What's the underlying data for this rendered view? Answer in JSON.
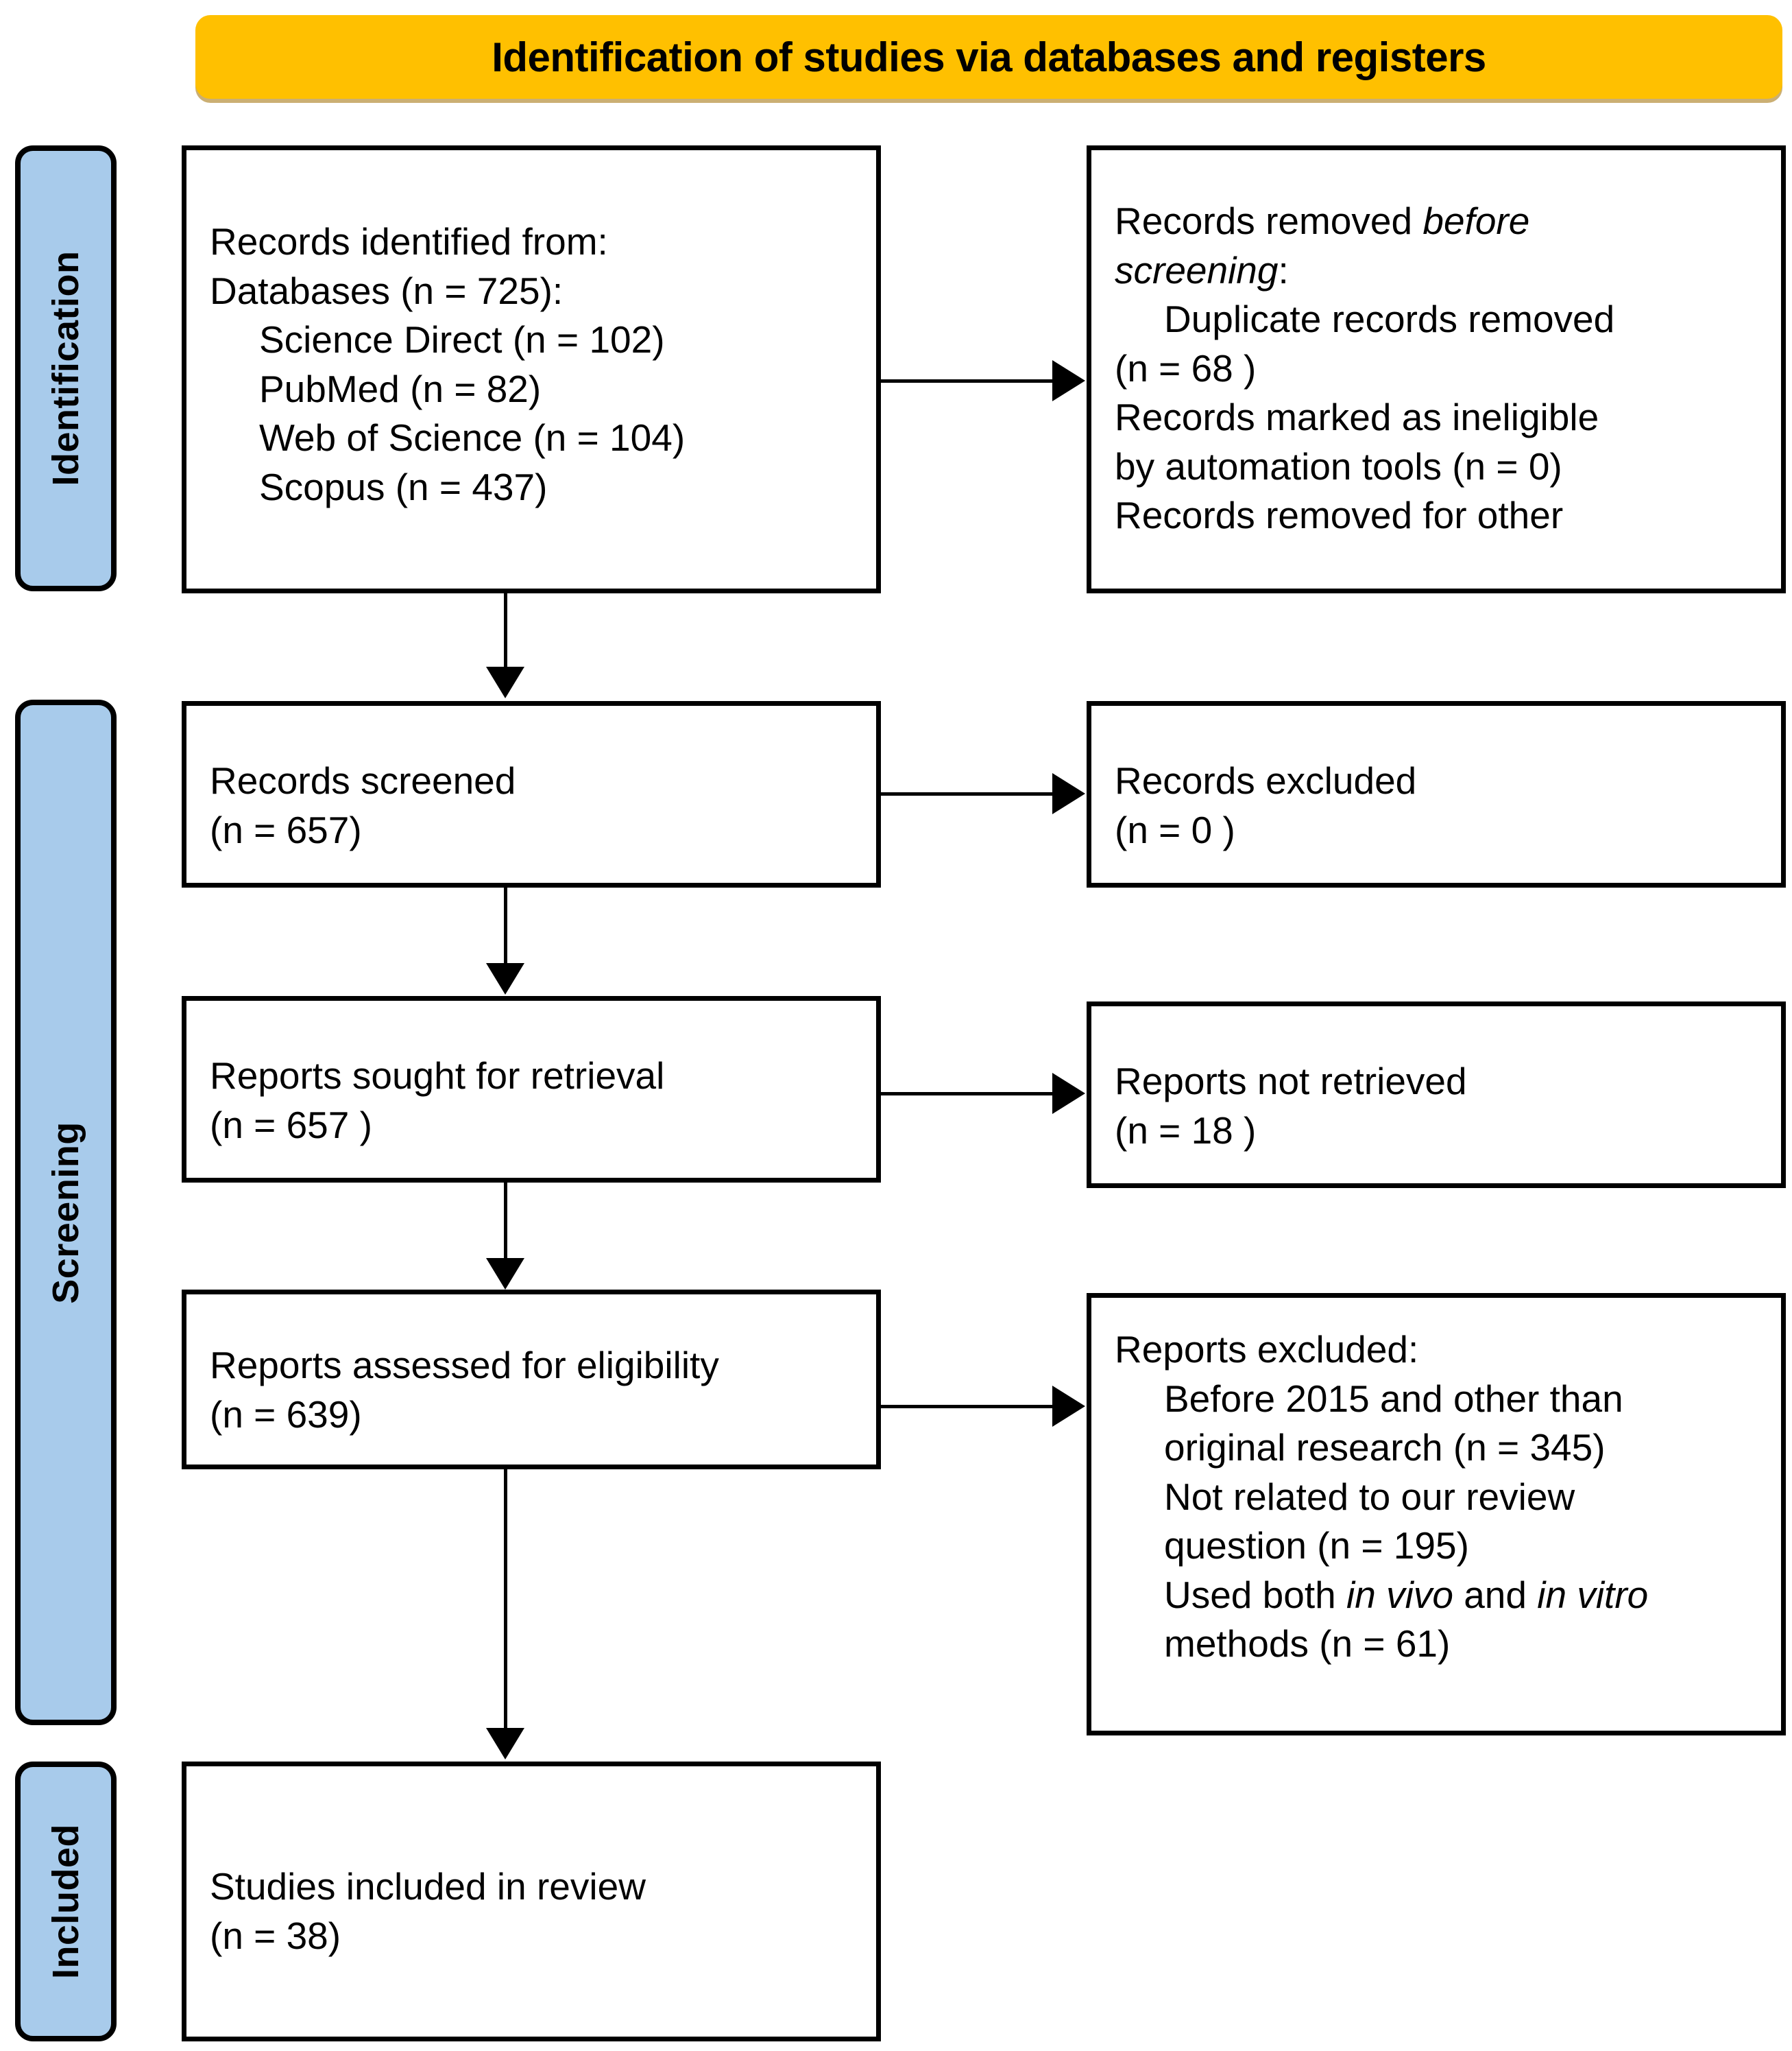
{
  "diagram": {
    "title": "Identification of studies via databases and registers",
    "colors": {
      "banner": "#FFC000",
      "rail": "#A8CBEB",
      "border": "#000000",
      "box_fill": "#FFFFFF"
    }
  },
  "stages": {
    "identification": "Identification",
    "screening": "Screening",
    "included": "Included"
  },
  "boxes": {
    "records_identified": {
      "l1": "Records identified from:",
      "l2": "Databases (n = 725):",
      "l3": "Science Direct (n = 102)",
      "l4": "PubMed (n = 82)",
      "l5": "Web of Science (n = 104)",
      "l6": "Scopus (n = 437)"
    },
    "records_removed": {
      "l1a": "Records removed ",
      "l1b": "before",
      "l2a": "screening",
      "l2b": ":",
      "l3": "Duplicate records removed",
      "l4": "(n = 68 )",
      "l5": "Records marked as ineligible",
      "l6": "by automation tools (n = 0)",
      "l7": "Records removed for other"
    },
    "records_screened": {
      "l1": "Records screened",
      "l2": "(n = 657)"
    },
    "records_excluded": {
      "l1": "Records excluded",
      "l2": "(n = 0 )"
    },
    "reports_sought": {
      "l1": "Reports sought for retrieval",
      "l2": "(n = 657 )"
    },
    "reports_not_retrieved": {
      "l1": "Reports not retrieved",
      "l2": "(n = 18 )"
    },
    "reports_assessed": {
      "l1": "Reports assessed for eligibility",
      "l2": "(n = 639)"
    },
    "reports_excluded": {
      "l1": "Reports excluded:",
      "l2": "Before 2015 and other than",
      "l3": "original research (n =  345)",
      "l4": "Not related to our review",
      "l5": "question (n = 195)",
      "l6a": "Used both ",
      "l6b": "in vivo",
      "l6c": " and ",
      "l6d": "in vitro",
      "l7": "methods (n = 61)"
    },
    "studies_included": {
      "l1": "Studies included in review",
      "l2": "(n = 38)"
    }
  }
}
